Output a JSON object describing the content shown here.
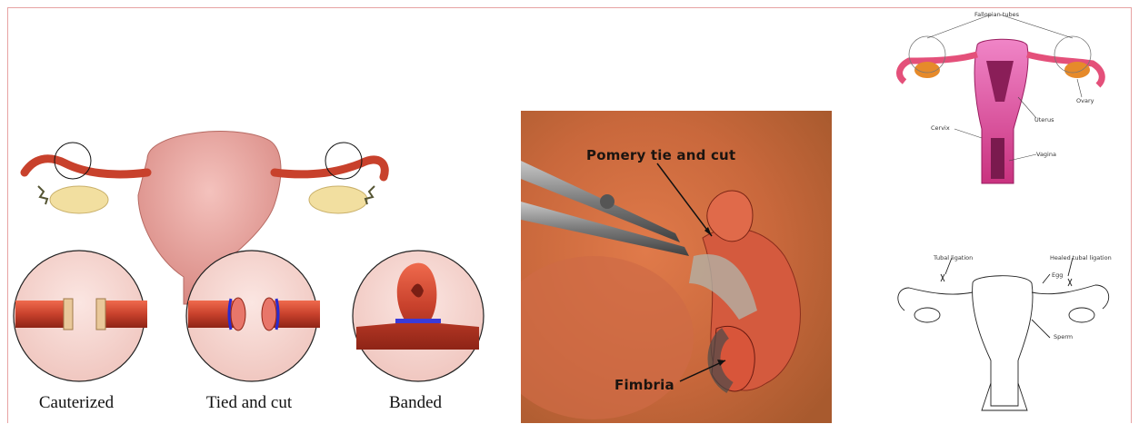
{
  "left_diagram": {
    "captions": {
      "cauterized": "Cauterized",
      "tied_and_cut": "Tied and cut",
      "banded": "Banded"
    }
  },
  "photo": {
    "label_top": "Pomery tie and cut",
    "label_bottom": "Fimbria"
  },
  "anatomy_color": {
    "labels": {
      "fallopian_tubes": "Fallopian tubes",
      "ovary": "Ovary",
      "uterus": "Uterus",
      "cervix": "Cervix",
      "vagina": "Vagina"
    }
  },
  "anatomy_line": {
    "labels": {
      "tubal_ligation": "Tubal ligation",
      "healed_tubal_ligation": "Healed tubal ligation",
      "egg": "Egg",
      "sperm": "Sperm"
    }
  },
  "colors": {
    "tube_red": "#c8412c",
    "uterus_pink": "#e9a09a",
    "magenta": "#d6319a",
    "frame_border": "#e7a3a3"
  }
}
